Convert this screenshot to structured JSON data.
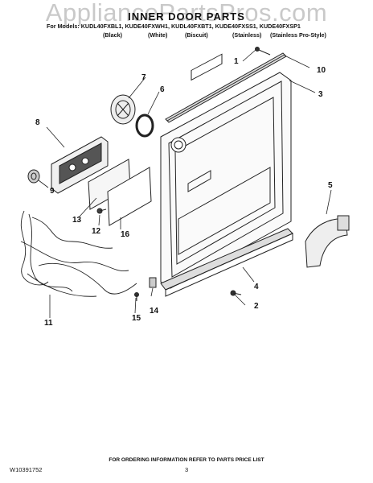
{
  "watermark": "AppliancePartsPros.com",
  "title": "INNER DOOR PARTS",
  "models": "For Models: KUDL40FXBL1, KUDE40FXWH1, KUDL40FXBT1, KUDE40FXSS1, KUDE40FXSP1",
  "finishes": [
    "(Black)",
    "(White)",
    "(Biscuit)",
    "(Stainless)",
    "(Stainless Pro-Style)"
  ],
  "callouts": [
    "1",
    "2",
    "3",
    "4",
    "5",
    "6",
    "7",
    "8",
    "9",
    "10",
    "11",
    "12",
    "13",
    "14",
    "15",
    "16"
  ],
  "footer": {
    "doc_number": "W10391752",
    "ordering_note": "FOR ORDERING INFORMATION REFER TO PARTS PRICE LIST",
    "page": "3"
  }
}
